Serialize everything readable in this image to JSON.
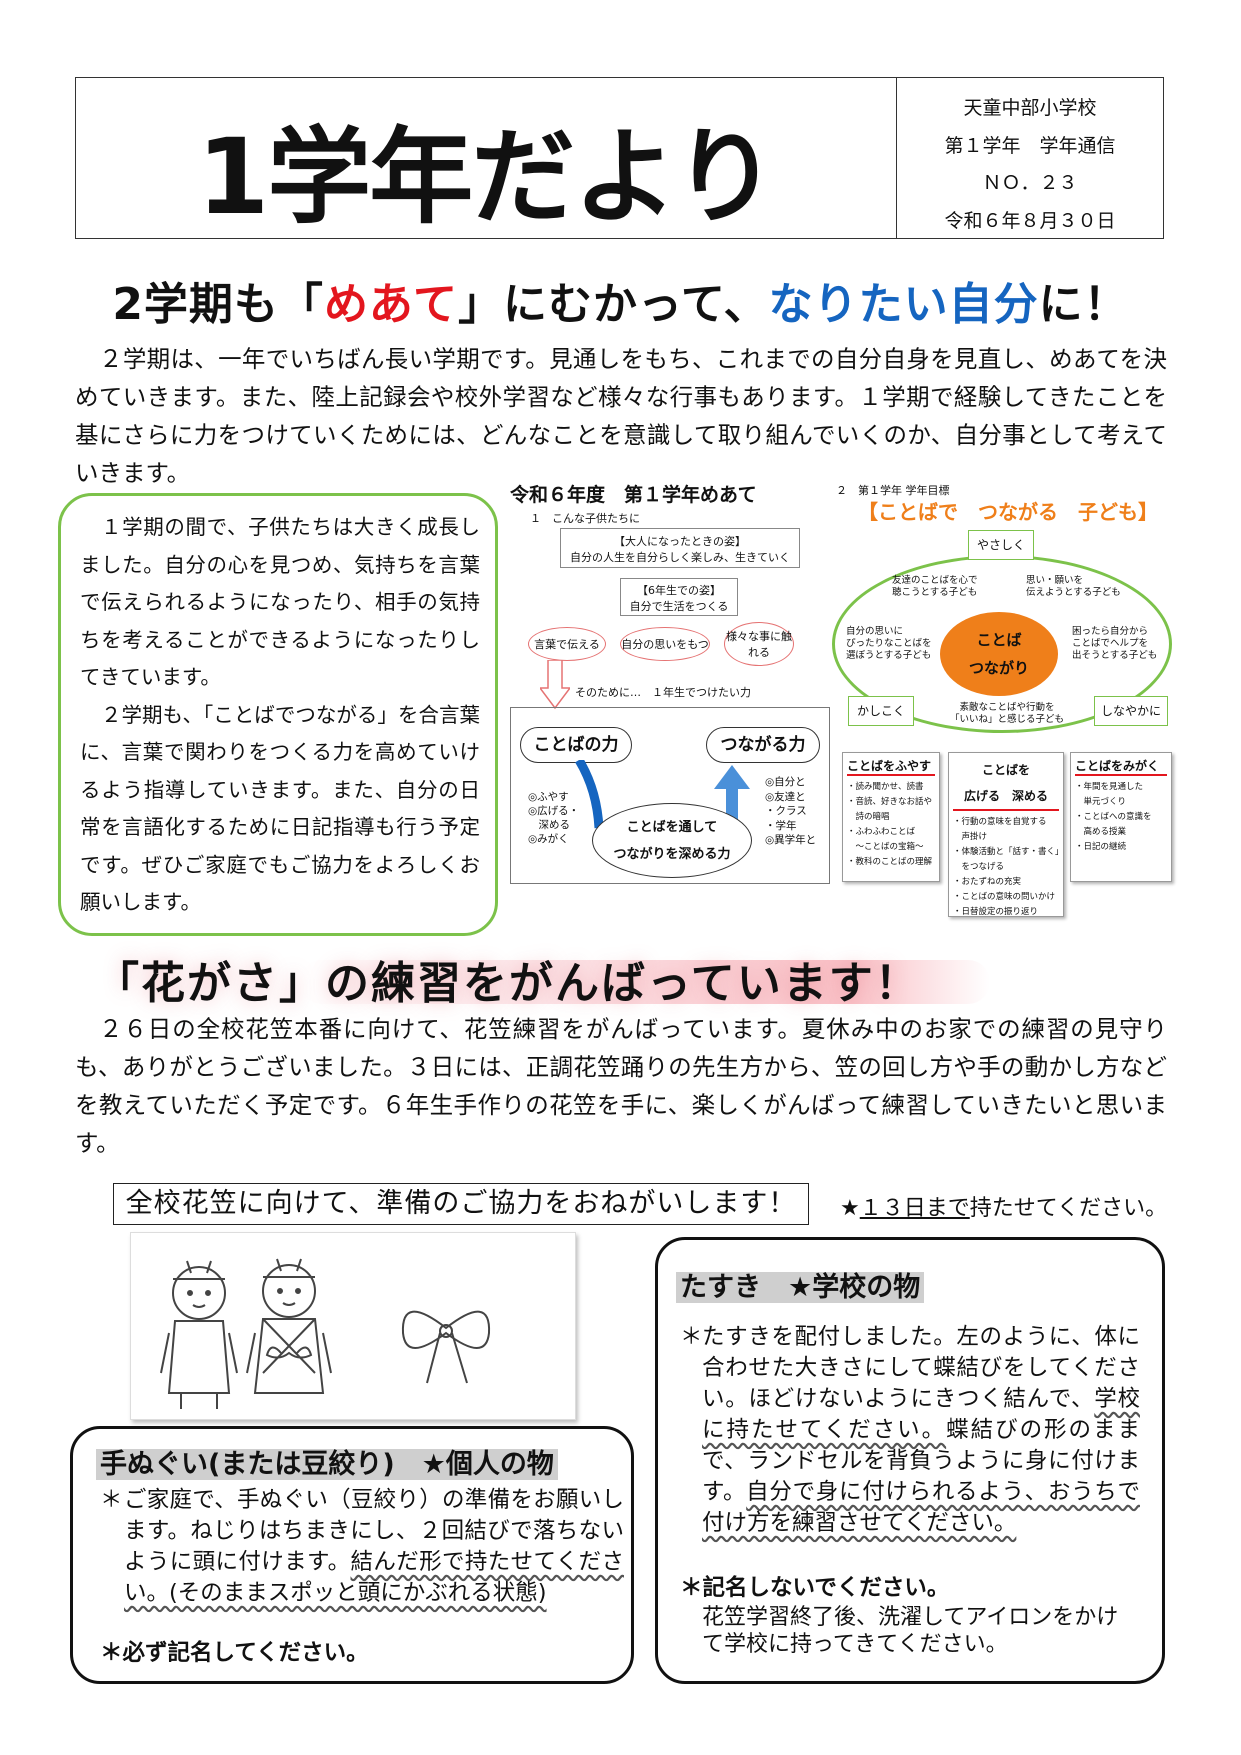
{
  "header": {
    "title": "1学年だより",
    "school": "天童中部小学校",
    "grade": "第１学年　学年通信",
    "number": "ＮＯ．２３",
    "date": "令和６年８月３０日"
  },
  "section1": {
    "headline_a": "2学期も「",
    "headline_b": "めあて",
    "headline_c": "」にむかって、",
    "headline_d": "なりたい自分",
    "headline_e": "に！",
    "paragraph": "２学期は、一年でいちばん長い学期です。見通しをもち、これまでの自分自身を見直し、めあてを決めていきます。また、陸上記録会や校外学習など様々な行事もあります。１学期で経験してきたことを基にさらに力をつけていくためには、どんなことを意識して取り組んでいくのか、自分事として考えていきます。",
    "box_text1": "１学期の間で、子供たちは大きく成長しました。自分の心を見つめ、気持ちを言葉で伝えられるようになったり、相手の気持ちを考えることができるようになったりしてきています。",
    "box_text2": "２学期も、「ことばでつながる」を合言葉に、言葉で関わりをつくる力を高めていけるよう指導していきます。また、自分の日常を言語化するために日記指導も行う予定です。ぜひご家庭でもご協力をよろしくお願いします。"
  },
  "diagram_left": {
    "title": "令和６年度　第１学年めあて",
    "sub1": "１　こんな子供たちに",
    "adult_label": "【大人になったときの姿】",
    "adult_text": "自分の人生を自分らしく楽しみ、生きていく",
    "grade6_label": "【6年生での姿】",
    "grade6_text": "自分で生活をつくる",
    "bubble1": "言葉で伝える",
    "bubble2": "自分の思いをもつ",
    "bubble3": "様々な事に触れる",
    "arrow_text": "そのために…　１年生でつけたい力",
    "power1": "ことばの力",
    "power2": "つながる力",
    "left_items": "◎ふやす\n◎広げる・\n　深める\n◎みがく",
    "right_items": "◎自分と\n◎友達と\n・クラス\n・学年\n◎異学年と",
    "center": "ことばを通して\nつながりを深める力"
  },
  "diagram_right": {
    "sub2": "２　第１学年 学年目標",
    "title": "【ことばで　つながる　子ども】",
    "top": "やさしく",
    "left_bottom": "かしこく",
    "right_bottom": "しなやかに",
    "center": "ことば\nつながり",
    "t1": "友達のことばを心で\n聴こうとする子ども",
    "t2": "思い・願いを\n伝えようとする子ども",
    "t3": "自分の思いに\nぴったりなことばを\n選ぼうとする子ども",
    "t4": "困ったら自分から\nことばでヘルプを\n出そうとする子ども",
    "t5": "素敵なことばや行動を\n「いいね」と感じる子ども",
    "col1_title": "ことばをふやす",
    "col1_items": "・読み聞かせ、読書\n・音読、好きなお話や\n　詩の暗唱\n・ふわふわことば\n　〜ことばの宝箱〜\n・教科のことばの理解",
    "col2_title": "ことばを\n広げる　深める",
    "col2_items": "・行動の意味を自覚する\n　声掛け\n・体験活動と「話す・書く」\n　をつなげる\n・おたずねの充実\n・ことばの意味の問いかけ\n・日替設定の振り返り",
    "col3_title": "ことばをみがく",
    "col3_items": "・年間を見通した\n　単元づくり\n・ことばへの意識を\n　高める授業\n・日記の継続"
  },
  "section2": {
    "headline": "「花がさ」の練習をがんばっています！",
    "paragraph": "２６日の全校花笠本番に向けて、花笠練習をがんばっています。夏休み中のお家での練習の見守りも、ありがとうございました。３日には、正調花笠踊りの先生方から、笠の回し方や手の動かし方などを教えていただく予定です。６年生手作りの花笠を手に、楽しくがんばって練習していきたいと思います。",
    "notice": "全校花笠に向けて、準備のご協力をおねがいします！",
    "deadline_star": "★",
    "deadline_u": "１３日まで",
    "deadline_rest": "持たせてください。"
  },
  "tenugui": {
    "title": "手ぬぐい(または豆絞り)　★個人の物",
    "ast": "＊",
    "text_a": "ご家庭で、手ぬぐい（豆絞り）の準備をお願いします。ねじりはちまきにし、２回結びで落ちないように頭に付けます。",
    "text_b": "結んだ形で持たせてください。(そのままスポッと頭にかぶれる状態)",
    "note": "＊必ず記名してください。"
  },
  "tasuki": {
    "title": "たすき　★学校の物",
    "ast": "＊",
    "text_a": "たすきを配付しました。左のように、体に合わせた大きさにして蝶結びをしてください。ほどけないようにきつく結んで、",
    "text_b": "学校に持たせてください。",
    "text_c": "蝶結びの形のままで、ランドセルを背負うように身に付けます。",
    "text_d": "自分で身に付けられるよう、おうちで付け方を練習させてください。",
    "note": "＊記名しないでください。",
    "note2": "花笠学習終了後、洗濯してアイロンをかけて学校に持ってきてください。"
  },
  "colors": {
    "accent_red": "#e3161e",
    "accent_blue": "#1565c0",
    "box_green": "#7cc24a",
    "orange": "#ef7f1a"
  }
}
